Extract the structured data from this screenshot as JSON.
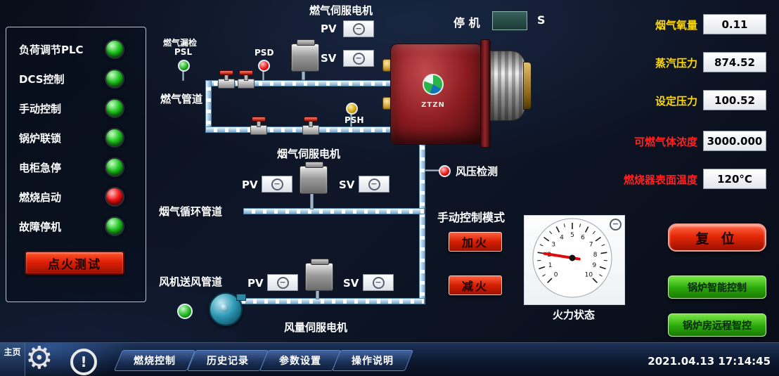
{
  "left_panel": {
    "items": [
      {
        "label": "负荷调节PLC",
        "state": "green"
      },
      {
        "label": "DCS控制",
        "state": "green"
      },
      {
        "label": "手动控制",
        "state": "green"
      },
      {
        "label": "锅炉联锁",
        "state": "green"
      },
      {
        "label": "电柜急停",
        "state": "green"
      },
      {
        "label": "燃烧启动",
        "state": "red"
      },
      {
        "label": "故障停机",
        "state": "green"
      }
    ],
    "ignition_button": "点火测试"
  },
  "servos": {
    "gas": "燃气伺服电机",
    "flue": "烟气伺服电机",
    "air": "风量伺服电机",
    "pv": "PV",
    "sv": "SV"
  },
  "pipes": {
    "gas": "燃气管道",
    "flue": "烟气循环管道",
    "air": "风机送风管道"
  },
  "sensors": {
    "gas_leak": "燃气漏检",
    "psl": "PSL",
    "psd": "PSD",
    "psh": "PSH",
    "wind_pressure": "风压检测"
  },
  "stop": {
    "label": "停 机",
    "value": "",
    "unit": "S"
  },
  "readouts": [
    {
      "label": "烟气氧量",
      "value": "0.11",
      "color": "#ffd800"
    },
    {
      "label": "蒸汽压力",
      "value": "874.52",
      "color": "#ffd800"
    },
    {
      "label": "设定压力",
      "value": "100.52",
      "color": "#ffd800"
    },
    {
      "label": "可燃气体浓度",
      "value": "3000.000",
      "color": "#ff2020"
    },
    {
      "label": "燃烧器表面温度",
      "value": "120°C",
      "color": "#ff2020"
    }
  ],
  "manual": {
    "title": "手动控制模式",
    "increase": "加火",
    "decrease": "减火"
  },
  "gauge": {
    "label": "火力状态",
    "min": 0,
    "max": 10,
    "value": 2,
    "needle_color": "#e00a0a"
  },
  "buttons": {
    "reset": "复 位",
    "smart": "锅炉智能控制",
    "remote": "锅炉房远程智控"
  },
  "taskbar": {
    "home": "主页",
    "tabs": [
      "燃烧控制",
      "历史记录",
      "参数设置",
      "操作说明"
    ],
    "datetime": "2021.04.13 17:14:45"
  },
  "brand": {
    "logo": "ZTZN"
  }
}
